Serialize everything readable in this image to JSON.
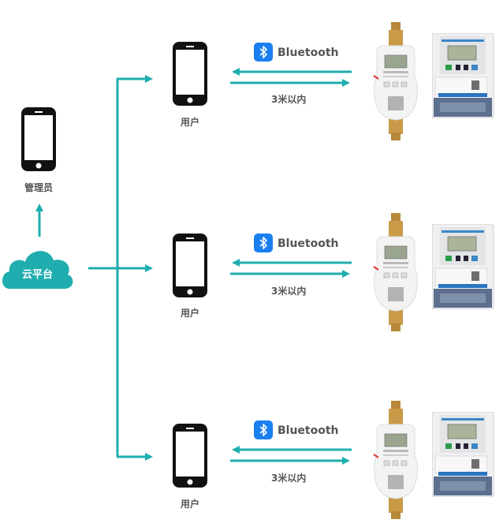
{
  "colors": {
    "accent": "#1fadaf",
    "bluetooth": "#1a7ff0",
    "phone": "#111111",
    "label": "#555555"
  },
  "admin": {
    "label": "管理员",
    "icon": "smartphone-icon"
  },
  "cloud": {
    "label": "云平台",
    "icon": "cloud-icon"
  },
  "users": [
    {
      "label": "用户",
      "bluetooth_label": "Bluetooth",
      "range_label": "3米以内",
      "devices": [
        "water-meter",
        "electricity-meter"
      ]
    },
    {
      "label": "用户",
      "bluetooth_label": "Bluetooth",
      "range_label": "3米以内",
      "devices": [
        "water-meter",
        "electricity-meter"
      ]
    },
    {
      "label": "用户",
      "bluetooth_label": "Bluetooth",
      "range_label": "3米以内",
      "devices": [
        "water-meter",
        "electricity-meter"
      ]
    }
  ]
}
